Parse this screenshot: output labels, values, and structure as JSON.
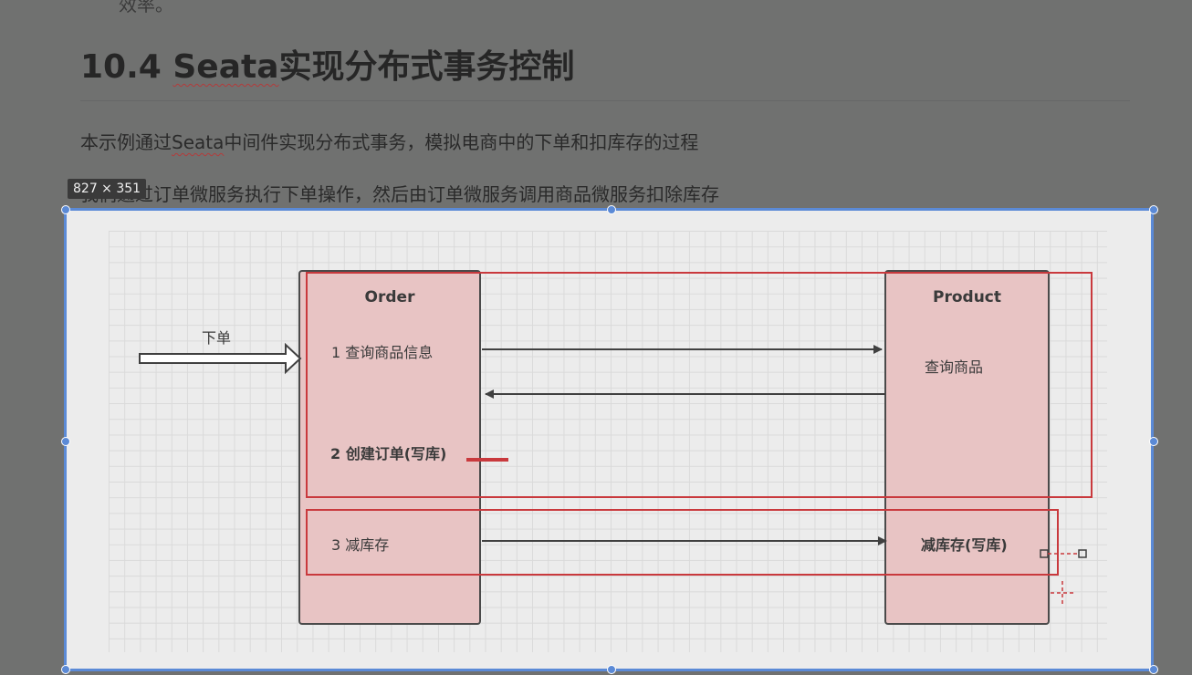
{
  "doc": {
    "top_fragment": "效率。",
    "heading_number": "10.4 ",
    "heading_keyword": "Seata",
    "heading_rest": "实现分布式事务控制",
    "para1_prefix": "本示例通过",
    "para1_keyword": "Seata",
    "para1_rest": "中间件实现分布式事务，模拟电商中的下单和扣库存的过程",
    "para2": "我们通过订单微服务执行下单操作，然后由订单微服务调用商品微服务扣除库存"
  },
  "selection": {
    "size_label": "827 × 351",
    "frame_color": "#5b8ad6"
  },
  "diagram": {
    "entry_label": "下单",
    "order": {
      "title": "Order",
      "step1": "1 查询商品信息",
      "step2": "2 创建订单(写库)",
      "step3": "3 减库存"
    },
    "product": {
      "title": "Product",
      "query": "查询商品",
      "reduce": "减库存(写库)"
    },
    "colors": {
      "box_fill": "#e8c4c4",
      "highlight": "#c9393d"
    }
  }
}
